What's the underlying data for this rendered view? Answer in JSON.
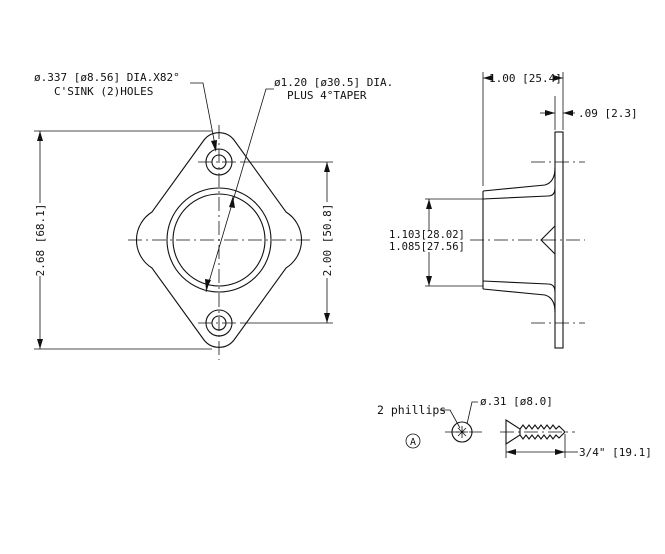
{
  "labels": {
    "csink_line1": "ø.337 [ø8.56] DIA.X82°",
    "csink_line2": "C'SINK (2)HOLES",
    "taper_line1": "ø1.20 [ø30.5] DIA.",
    "taper_line2": "PLUS 4°TAPER",
    "overall_height": "2.68 [68.1]",
    "hole_spacing": "2.00 [50.8]",
    "depth": "1.00 [25.4]",
    "thickness": ".09 [2.3]",
    "bore_max": "1.103[28.02]",
    "bore_min": "1.085[27.56]",
    "screw_drive": "2 phillips",
    "screw_head_dia": "ø.31 [ø8.0]",
    "screw_length": "3/4\" [19.1]",
    "view_marker": "A"
  }
}
